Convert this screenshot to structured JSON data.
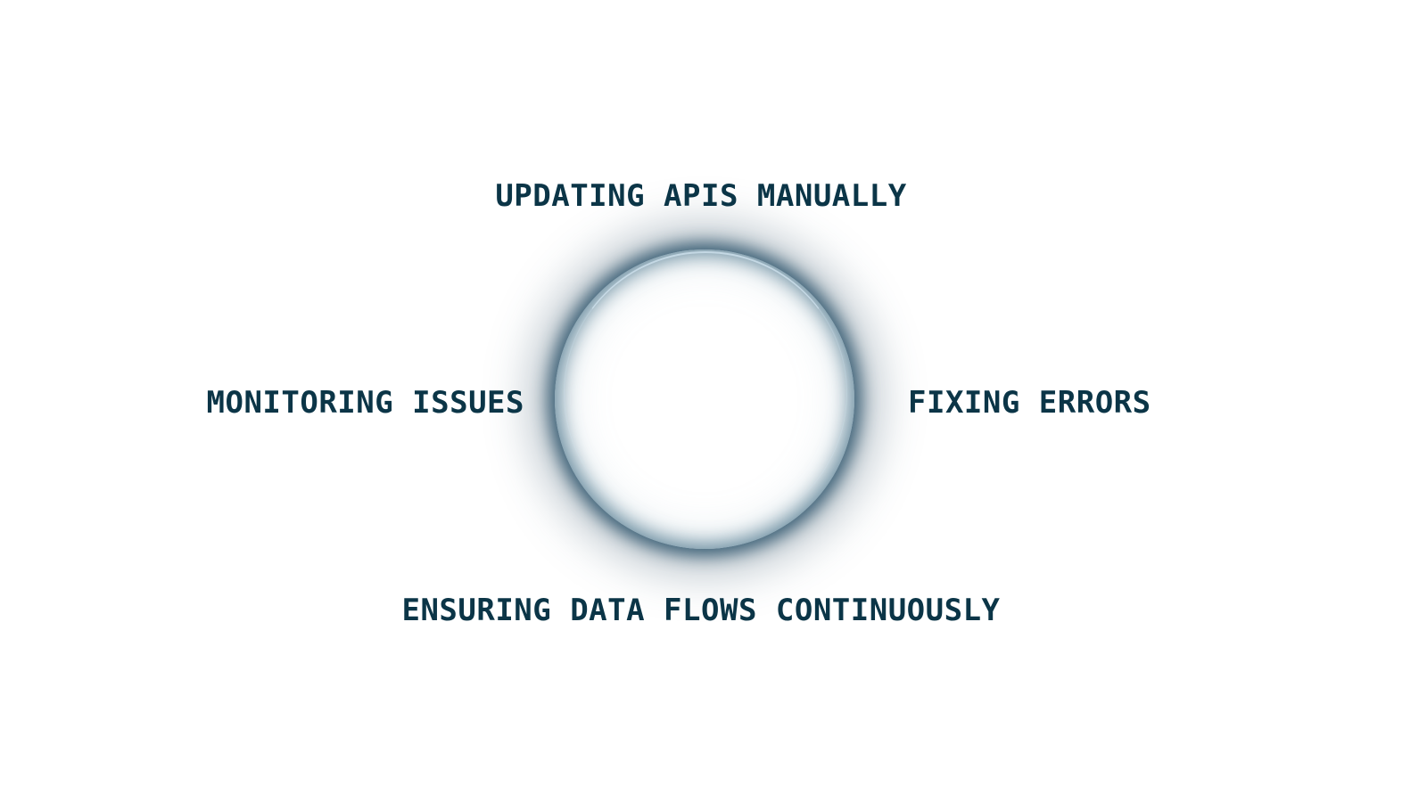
{
  "diagram": {
    "type": "cycle",
    "center_shape": "glowing-ring",
    "colors": {
      "text": "#0b3547",
      "ring": "#3f6a84",
      "background": "#ffffff"
    },
    "labels": {
      "top": "UPDATING APIS MANUALLY",
      "right": "FIXING ERRORS",
      "bottom": "ENSURING DATA FLOWS CONTINUOUSLY",
      "left": "MONITORING ISSUES"
    }
  }
}
